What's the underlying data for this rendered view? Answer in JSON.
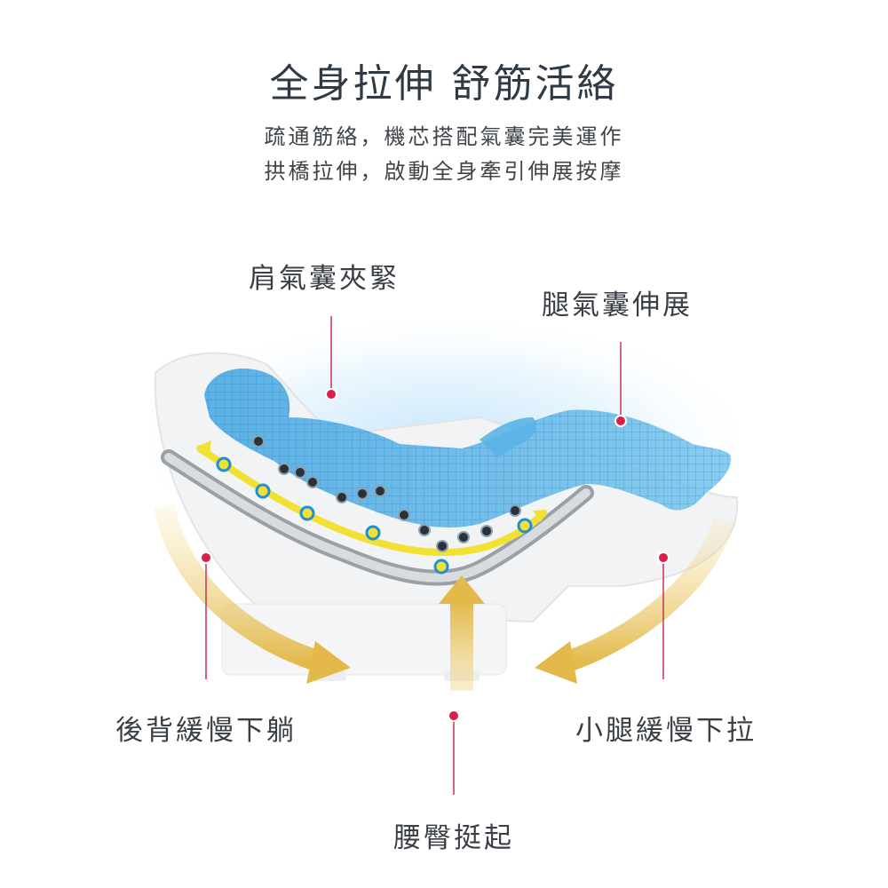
{
  "title": "全身拉伸 舒筋活絡",
  "subtitle_lines": [
    "疏通筋絡，機芯搭配氣囊完美運作",
    "拱橋拉伸，啟動全身牽引伸展按摩"
  ],
  "callouts": {
    "shoulder": "肩氣囊夾緊",
    "leg": "腿氣囊伸展",
    "back": "後背緩慢下躺",
    "calf": "小腿緩慢下拉",
    "hip": "腰臀挺起"
  },
  "colors": {
    "title": "#2f3a44",
    "text": "#3a3f45",
    "marker": "#d8204a",
    "leader_line": "#c8324f",
    "arrow_gold": "#e6c35a",
    "track_yellow": "#f2e033",
    "body_blue": "#5ab4e6",
    "rail": "#9aa0a6"
  }
}
